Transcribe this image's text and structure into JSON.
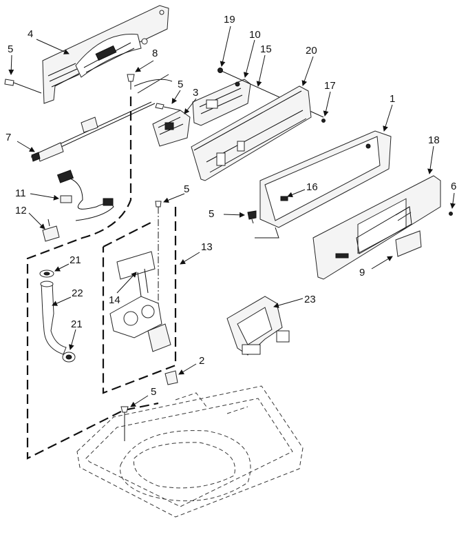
{
  "callouts": [
    {
      "id": "c1",
      "text": "1"
    },
    {
      "id": "c2",
      "text": "2"
    },
    {
      "id": "c3",
      "text": "3"
    },
    {
      "id": "c4",
      "text": "4"
    },
    {
      "id": "c5a",
      "text": "5"
    },
    {
      "id": "c5b",
      "text": "5"
    },
    {
      "id": "c5c",
      "text": "5"
    },
    {
      "id": "c5d",
      "text": "5"
    },
    {
      "id": "c5e",
      "text": "5"
    },
    {
      "id": "c6",
      "text": "6"
    },
    {
      "id": "c7",
      "text": "7"
    },
    {
      "id": "c8",
      "text": "8"
    },
    {
      "id": "c9",
      "text": "9"
    },
    {
      "id": "c10",
      "text": "10"
    },
    {
      "id": "c11",
      "text": "11"
    },
    {
      "id": "c12",
      "text": "12"
    },
    {
      "id": "c13",
      "text": "13"
    },
    {
      "id": "c14",
      "text": "14"
    },
    {
      "id": "c15",
      "text": "15"
    },
    {
      "id": "c16",
      "text": "16"
    },
    {
      "id": "c17",
      "text": "17"
    },
    {
      "id": "c18",
      "text": "18"
    },
    {
      "id": "c19",
      "text": "19"
    },
    {
      "id": "c20",
      "text": "20"
    },
    {
      "id": "c21a",
      "text": "21"
    },
    {
      "id": "c21b",
      "text": "21"
    },
    {
      "id": "c22",
      "text": "22"
    },
    {
      "id": "c23",
      "text": "23"
    }
  ]
}
